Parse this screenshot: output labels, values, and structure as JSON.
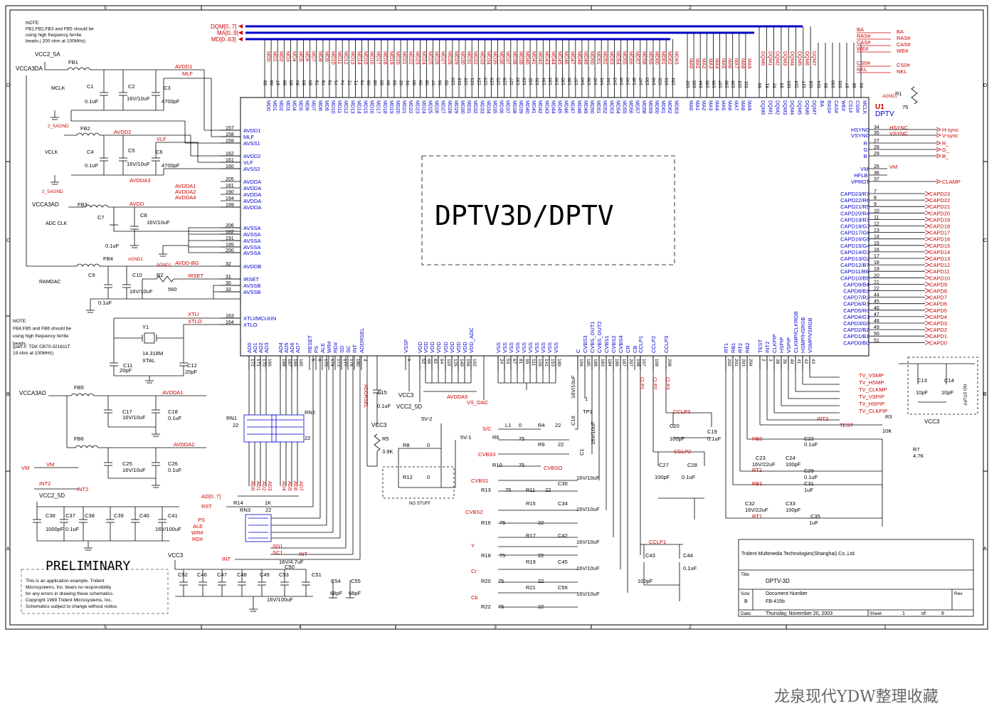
{
  "colors": {
    "wire": "#000000",
    "net": "#cc0000",
    "blue": "#0000cc",
    "bus": "#0000ff",
    "frame": "#000000",
    "watermark": "#666666"
  },
  "border": {
    "cols_top": [
      "5",
      "4",
      "3",
      "2",
      "1"
    ],
    "cols_bottom": [
      "5",
      "4",
      "3",
      "2",
      "1"
    ],
    "rows": [
      "D",
      "C",
      "B",
      "A"
    ]
  },
  "chip": {
    "big_label": "DPTV3D/DPTV",
    "ref": "U1",
    "part": "DPTV",
    "bus_labels": [
      "DQM[0..7]",
      "MA[0..9]",
      "MD[0..63]"
    ],
    "left_pins": [
      {
        "num": "157",
        "name": "AVDD1"
      },
      {
        "num": "158",
        "name": "MLF"
      },
      {
        "num": "159",
        "name": "AVSS1"
      },
      {
        "num": "162",
        "name": "AVDD2"
      },
      {
        "num": "161",
        "name": "VLF"
      },
      {
        "num": "160",
        "name": "AVSS2"
      },
      {
        "num": "205",
        "name": "AVDDA"
      },
      {
        "num": "181",
        "name": "AVDDA"
      },
      {
        "num": "190",
        "name": "AVDDA"
      },
      {
        "num": "194",
        "name": "AVDDA"
      },
      {
        "num": "199",
        "name": "AVDDA"
      },
      {
        "num": "206",
        "name": "AVSSA"
      },
      {
        "num": "182",
        "name": "AVSSA"
      },
      {
        "num": "191",
        "name": "AVSSA"
      },
      {
        "num": "195",
        "name": "AVSSA"
      },
      {
        "num": "200",
        "name": "AVSSA"
      },
      {
        "num": "32",
        "name": "AVDDB"
      },
      {
        "num": "31",
        "name": "IRSET"
      },
      {
        "num": "30",
        "name": "AVSSB"
      },
      {
        "num": "33",
        "name": "AVSSB"
      },
      {
        "num": "163",
        "name": "XTLI/MCLKIN"
      },
      {
        "num": "164",
        "name": "XTLO"
      }
    ],
    "left_nets": [
      "AVDD1",
      "MLF",
      "AVDD2",
      "VLF",
      "AVDDA3",
      "AVDDA1",
      "AVDDA2",
      "AVDDA4",
      "AVDD",
      "AVDD-BG",
      "IRSET",
      "XTLI",
      "XTLO"
    ],
    "top_md_nums": [
      "89",
      "88",
      "87",
      "86",
      "85",
      "84",
      "83",
      "80",
      "79",
      "78",
      "76",
      "75",
      "74",
      "72",
      "71",
      "70",
      "69",
      "68",
      "65",
      "64",
      "63",
      "62",
      "61",
      "60",
      "59",
      "58",
      "57",
      "56",
      "55",
      "120",
      "119",
      "122",
      "121",
      "124",
      "123",
      "126",
      "125",
      "128",
      "127",
      "130",
      "129",
      "132",
      "131",
      "134",
      "133",
      "136",
      "135",
      "138",
      "137",
      "140",
      "139",
      "142",
      "141",
      "144",
      "143",
      "146",
      "145",
      "148",
      "147",
      "150",
      "149",
      "152",
      "151",
      "154"
    ],
    "top_ma_nums": [
      "102",
      "103",
      "104",
      "105",
      "106",
      "107",
      "108",
      "109",
      "110",
      "111"
    ],
    "top_dqm_nums": [
      "90",
      "91",
      "92",
      "93",
      "115",
      "116",
      "117",
      "118"
    ],
    "top_ctrl": [
      {
        "num": "114",
        "name": "BA"
      },
      {
        "num": "99",
        "name": "RAS#"
      },
      {
        "num": "100",
        "name": "CAS#"
      },
      {
        "num": "101",
        "name": "WE#"
      },
      {
        "num": "97",
        "name": "CS1#"
      },
      {
        "num": "98",
        "name": "CS0#"
      },
      {
        "num": "96",
        "name": "MCLK"
      }
    ],
    "right_sync": [
      {
        "num": "34",
        "name": "HSYNC",
        "net": "HSYNC",
        "ext": "H-sync"
      },
      {
        "num": "35",
        "name": "VSYNC",
        "net": "VSYNC",
        "ext": "V-sync"
      },
      {
        "num": "27",
        "name": "R",
        "net": "",
        "ext": "R_"
      },
      {
        "num": "28",
        "name": "G",
        "net": "",
        "ext": "G_"
      },
      {
        "num": "29",
        "name": "B",
        "net": "",
        "ext": "B_"
      },
      {
        "num": "26",
        "name": "VM",
        "net": "VM",
        "ext": ""
      },
      {
        "num": "36",
        "name": "HFLB",
        "net": "",
        "ext": ""
      },
      {
        "num": "37",
        "name": "VPROT",
        "net": "",
        "ext": "CLAMP"
      }
    ],
    "right_capd": [
      {
        "num": "7",
        "name": "CAPD23/R7",
        "ext": "CAPD23"
      },
      {
        "num": "8",
        "name": "CAPD22/R6",
        "ext": "CAPD22"
      },
      {
        "num": "9",
        "name": "CAPD21/R5",
        "ext": "CAPD21"
      },
      {
        "num": "10",
        "name": "CAPD20/R4",
        "ext": "CAPD20"
      },
      {
        "num": "11",
        "name": "CAPD19/R3",
        "ext": "CAPD19"
      },
      {
        "num": "12",
        "name": "CAPD18/G7",
        "ext": "CAPD18"
      },
      {
        "num": "13",
        "name": "CAPD17/G6",
        "ext": "CAPD17"
      },
      {
        "num": "14",
        "name": "CAPD16/G5",
        "ext": "CAPD16"
      },
      {
        "num": "15",
        "name": "CAPD15/G4",
        "ext": "CAPD15"
      },
      {
        "num": "16",
        "name": "CAPD14/G3",
        "ext": "CAPD14"
      },
      {
        "num": "17",
        "name": "CAPD13/G2",
        "ext": "CAPD13"
      },
      {
        "num": "18",
        "name": "CAPD12/B7",
        "ext": "CAPD12"
      },
      {
        "num": "19",
        "name": "CAPD11/B6",
        "ext": "CAPD11"
      },
      {
        "num": "20",
        "name": "CAPD10/B5",
        "ext": "CAPD10"
      },
      {
        "num": "21",
        "name": "CAPD9/B4",
        "ext": "CAPD9"
      },
      {
        "num": "22",
        "name": "CAPD8/B3",
        "ext": "CAPD8"
      },
      {
        "num": "44",
        "name": "CAPD7/R2",
        "ext": "CAPD7"
      },
      {
        "num": "45",
        "name": "CAPD6/R1",
        "ext": "CAPD6"
      },
      {
        "num": "46",
        "name": "CAPD5/R0",
        "ext": "CAPD5"
      },
      {
        "num": "47",
        "name": "CAPD4/G1",
        "ext": "CAPD4"
      },
      {
        "num": "48",
        "name": "CAPD3/G0",
        "ext": "CAPD3"
      },
      {
        "num": "49",
        "name": "CAPD2/B2",
        "ext": "CAPD2"
      },
      {
        "num": "50",
        "name": "CAPD1/B1",
        "ext": "CAPD1"
      },
      {
        "num": "51",
        "name": "CAPD0/B0",
        "ext": "CAPD0"
      }
    ],
    "bottom_pins": [
      {
        "num": "172",
        "name": "AD0"
      },
      {
        "num": "171",
        "name": "AD1"
      },
      {
        "num": "170",
        "name": "AD2"
      },
      {
        "num": "169",
        "name": "AD3"
      },
      {
        "num": "168",
        "name": "AD4"
      },
      {
        "num": "167",
        "name": "AD5"
      },
      {
        "num": "166",
        "name": "AD6"
      },
      {
        "num": "165",
        "name": "AD7"
      },
      {
        "num": "5",
        "name": "RESET"
      },
      {
        "num": "6",
        "name": "PS"
      },
      {
        "num": "175",
        "name": "ALE"
      },
      {
        "num": "174",
        "name": "WR#"
      },
      {
        "num": "173",
        "name": "RD#"
      },
      {
        "num": "177",
        "name": "SD"
      },
      {
        "num": "178",
        "name": "SC"
      },
      {
        "num": "180",
        "name": "INT"
      },
      {
        "num": "4",
        "name": "ADDRSEL"
      },
      {
        "num": "1",
        "name": "VSSF"
      },
      {
        "num": "52",
        "name": "VDD"
      },
      {
        "num": "66",
        "name": "VDD"
      },
      {
        "num": "82",
        "name": "VDD"
      },
      {
        "num": "94",
        "name": "VDD"
      },
      {
        "num": "110",
        "name": "VDD"
      },
      {
        "num": "125",
        "name": "VDD"
      },
      {
        "num": "140",
        "name": "VDD"
      },
      {
        "num": "156",
        "name": "VDD"
      },
      {
        "num": "192",
        "name": "VDD_ADC"
      },
      {
        "num": "24",
        "name": "VSS"
      },
      {
        "num": "53",
        "name": "VSS"
      },
      {
        "num": "67",
        "name": "VSS"
      },
      {
        "num": "81",
        "name": "VSS"
      },
      {
        "num": "95",
        "name": "VSS"
      },
      {
        "num": "111",
        "name": "VSS"
      },
      {
        "num": "126",
        "name": "VSS"
      },
      {
        "num": "141",
        "name": "VSS"
      },
      {
        "num": "153",
        "name": "VSS"
      },
      {
        "num": "189",
        "name": "VSS"
      },
      {
        "num": "196",
        "name": "C"
      },
      {
        "num": "185",
        "name": "CVBS3"
      },
      {
        "num": "188",
        "name": "CVBS_OUT1"
      },
      {
        "num": "183",
        "name": "CVBS_OUT2"
      },
      {
        "num": "184",
        "name": "CVBS1"
      },
      {
        "num": "186",
        "name": "CVBS2"
      },
      {
        "num": "187",
        "name": "CVBS4"
      },
      {
        "num": "207",
        "name": "CR"
      },
      {
        "num": "198",
        "name": "CB"
      },
      {
        "num": "197",
        "name": "CCLP1"
      },
      {
        "num": "198",
        "name": "CCLP2"
      },
      {
        "num": "208",
        "name": "CCLP3"
      },
      {
        "num": "202",
        "name": "RT1"
      },
      {
        "num": "201",
        "name": "RB1"
      },
      {
        "num": "203",
        "name": "RT2"
      },
      {
        "num": "204",
        "name": "RB2"
      },
      {
        "num": "2",
        "name": "TEST"
      },
      {
        "num": "3",
        "name": "INT2"
      },
      {
        "num": "38",
        "name": "CLKPIP"
      },
      {
        "num": "39",
        "name": "HSPIP"
      },
      {
        "num": "40",
        "name": "VSPIP"
      },
      {
        "num": "41",
        "name": "CLKMP/CLKRGB"
      },
      {
        "num": "42",
        "name": "HSMP/HSRGB"
      },
      {
        "num": "43",
        "name": "VSMP/VSRGB"
      }
    ]
  },
  "right_nets": {
    "mem": [
      "BA",
      "RAS#",
      "CAS#",
      "WE#"
    ],
    "cs": [
      "CS0#",
      "NKL"
    ],
    "r1": {
      "ref": "R1",
      "val": "75"
    },
    "agnd": "AGND1"
  },
  "labels": {
    "note1": [
      "NOTE:",
      "FB1,FB2,FB3 and FB5 should be",
      "using high frequency ferrite",
      "beads.( 200 ohm at 100MHz)"
    ],
    "note2": [
      "NOTE:",
      "FB4,FB5 and FB6 should be",
      "using high frequency ferrite",
      "beads.",
      "(part #: TDK CB70-321611T",
      "19 ohm at 100MHz)"
    ],
    "mclk": "MCLK",
    "vclk": "VCLK",
    "adcclk": "ADC CLK",
    "ramdac": "RAMDAC",
    "vcc25a": "VCC2_5A",
    "vcca3da": "VCCA3DA",
    "vcca3ad": "VCCA3AD",
    "vcca3ad2": "VCCA3AD",
    "vcc25d": "VCC2_5D",
    "vcc3": "VCC3",
    "vcc3b": "VCC3",
    "vcc3c": "VCC3",
    "vcc25d2": "VCC2_5D",
    "agnd25": "2_5AGND",
    "agnd25b": "2_5AGND",
    "agnd1a": "AGND1",
    "agnd1b": "AGND1",
    "fb1": "FB1",
    "fb2": "FB2",
    "fb3": "FB3",
    "fb4": "FB4",
    "fb5": "FB5",
    "fb6": "FB6",
    "c1": "C1",
    "c1v": "0.1uF",
    "c2": "C2",
    "c2v": "16V/10uF",
    "c3": "C3",
    "c3v": "4700pF",
    "c4": "C4",
    "c4v": "0.1uF",
    "c5": "C5",
    "c5v": "16V/10uF",
    "c6": "C6",
    "c6v": "4700pF",
    "c7": "C7",
    "c7v": "0.1uF",
    "c8": "C8",
    "c8v": "16V/10uF",
    "c9": "C9",
    "c9v": "0.1uF",
    "c10": "C10",
    "c10v": "16V/10uF",
    "r2": "R2",
    "r2v": "560",
    "y1": "Y1",
    "xtal1": "14.318M",
    "xtal2": "XTAL",
    "c11": "C11",
    "c11v": "20pF",
    "c12": "C12",
    "c12v": "20pF",
    "avdda1": "AVDDA1",
    "avdda2": "AVDDA2",
    "c17": "C17",
    "c17v": "16V/10uF",
    "c18": "C18",
    "c18v": "0.1uF",
    "c25": "C25",
    "c25v": "16V/10uF",
    "c26": "C26",
    "c26v": "0.1uF",
    "vm": "VM",
    "vm2": "VM",
    "int2": "INT2",
    "int2b": "INT2",
    "c36": "C36",
    "c37": "C37",
    "c38": "C38",
    "c39": "C39",
    "c40": "C40",
    "c41": "C41",
    "cap1000": "1000pF",
    "cap01": "0.1uF",
    "cap16": "16V/100uF",
    "preliminary": "PRELIMINARY",
    "disclaimer": [
      "This is an application example.  Trident",
      "Microsystems, Inc. bears no responsibility",
      "for any errors in drawing these schematics.",
      "Copyright 1999 Trident Microsystems, Inc.",
      "Schematics subject to change without notice."
    ],
    "rn1": "RN1",
    "rn1v": "22",
    "rn2": "RN2",
    "rn2v": "22",
    "rn3": "RN3",
    "rn3v": "22",
    "r14": "R14",
    "r14v": "1K",
    "ad07": "AD[0..7]",
    "rst": "RST",
    "ps": "PS",
    "ale": "ALE",
    "wr": "WR#",
    "rd": "RD#",
    "sd1": "SD1",
    "sc1": "SC1",
    "int": "INT",
    "int_b": "INT",
    "ad_labels": [
      "AD0",
      "AD1",
      "AD2",
      "AD3",
      "AD4",
      "AD5",
      "AD6",
      "AD7"
    ],
    "c52": "C52",
    "c46": "C46",
    "c47": "C47",
    "c48": "C48",
    "c49": "C49",
    "c53": "C53",
    "c50": "C50",
    "c50v": "16V/4.7uF",
    "c51": "C51",
    "c53v": "16V/100uF",
    "c54": "C54",
    "c54v": "68pF",
    "c55": "C55",
    "c55v": "68pF",
    "c15": "C15",
    "c15v": "0.1uF",
    "addrsel": "ADDRSEL",
    "r5": "R5",
    "r5v": "3.9K",
    "r8": "R8",
    "r8v": "0",
    "r12": "R12",
    "r12v": "0",
    "nostuff": "NO STUFF",
    "nostuff2": "NO STUFF",
    "v52": "5V-2",
    "v51": "5V-1",
    "avdda5": "AVDDA5",
    "vsdac": "VS_DAC",
    "sc": "S/C",
    "l1": "L1",
    "l1v": "0",
    "r4": "R4",
    "r4v": "22",
    "r6": "R6",
    "r6v": "75",
    "r9": "R9",
    "r9v": "22",
    "cvbs3": "CVBS3",
    "r10": "R10",
    "r10v": "75",
    "cvbso": "CVBSO",
    "cvbs1": "CVBS1",
    "r13": "R13",
    "r13v": "75",
    "r11": "R11",
    "r11v": "22",
    "c30": "C30",
    "c30v": "16V/10uF",
    "cvbs2": "CVBS2",
    "r15": "R15",
    "r15v": "22",
    "c34": "C34",
    "c34v": "16V/10uF",
    "r16": "R16",
    "r16v": "75",
    "y": "Y",
    "r17": "R17",
    "r17v": "22",
    "c42": "C42",
    "c42v": "16V/10uF",
    "r18": "R18",
    "r18v": "75",
    "cr": "Cr",
    "r19": "R19",
    "r19v": "22",
    "c45": "C45",
    "c45v": "16V/10uF",
    "r20": "R20",
    "r20v": "75",
    "cb": "Cb",
    "r21": "R21",
    "r21v": "22",
    "c56": "C56",
    "c56v": "16V/10uF",
    "r22": "R22",
    "r22v": "75",
    "c16": "C16",
    "c16v": "16V/10uF",
    "c1b": "C1",
    "c1bv": "16V/10uF",
    "tp1": "TP1",
    "tp1n": "1",
    "clp1": "CLP1",
    "clp2": "CLP2",
    "clp3": "CLP3",
    "cclp3": "CCLP3",
    "cclp2": "CCLP2",
    "cclp1": "CCLP1",
    "c20": "C20",
    "c20v": "100pF",
    "c19": "C19",
    "c19v": "0.1uF",
    "c27": "C27",
    "c27v": "100pF",
    "c28": "C28",
    "c28v": "0.1uF",
    "c43": "C43",
    "c43v": "100pF",
    "c44": "C44",
    "c44v": "0.1uF",
    "rb2": "RB2",
    "c22": "C22",
    "c22v": "0.1uF",
    "c23": "C23",
    "c23v": "16V/22uF",
    "c24": "C24",
    "c24v": "100pF",
    "rt2": "RT2",
    "c29": "C29",
    "c29v": "0.1uF",
    "rb1": "RB1",
    "c31": "C31",
    "c31v": "1uF",
    "c32": "C32",
    "c32v": "16V/22uF",
    "c33": "C33",
    "c33v": "100pF",
    "rt1": "RT1",
    "c35": "C35",
    "c35v": "1uF",
    "tv_nets": [
      "TV_VSMP",
      "TV_HSMP",
      "TV_CLKMP",
      "TV_VSPIP",
      "TV_HSPIP",
      "TV_CLKPIP"
    ],
    "int2c": "INT2",
    "test": "TEST",
    "r3": "R3",
    "r3v": "10K",
    "vcc3d": "VCC3",
    "r7": "R7",
    "r7v": "4.7K",
    "c13": "C13",
    "c13v": "10pF",
    "c14": "C14",
    "c14v": "10pF"
  },
  "title_block": {
    "company": "Trident Multimedia Technologies(Shanghai) Co.,Ltd",
    "title_label": "Title",
    "title": "DPTV-3D",
    "size_label": "Size",
    "size": "B",
    "doc_label": "Document Number",
    "doc": "FB-415b",
    "rev_label": "Rev",
    "date_label": "Date:",
    "date": "Thursday, November 20, 2003",
    "sheet_label": "Sheet",
    "sheet": "1",
    "of_label": "of",
    "sheets": "6"
  },
  "watermark": "龙泉现代YDW整理收藏"
}
